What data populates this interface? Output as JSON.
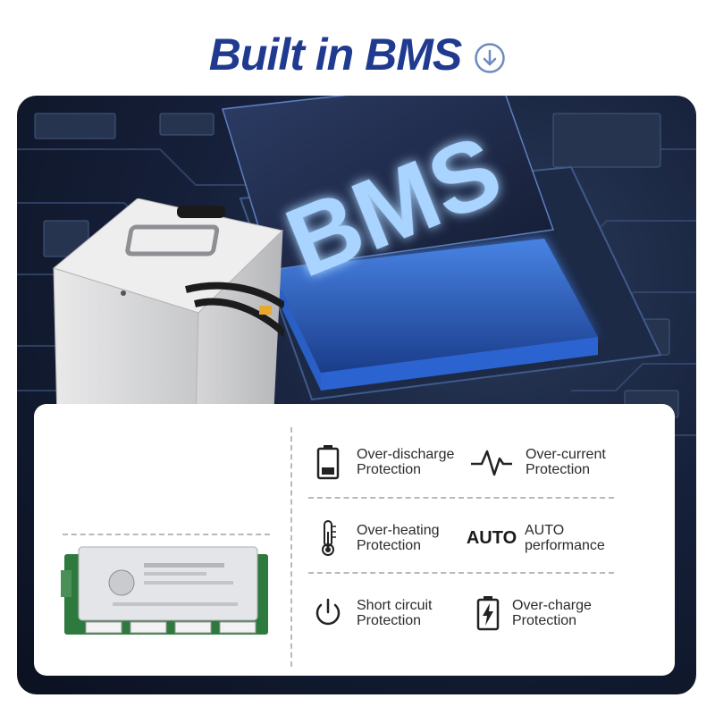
{
  "headline": {
    "title": "Built in BMS",
    "icon": "circle-arrow-down-icon",
    "color": "#1f3a8f"
  },
  "hero": {
    "chip_text": "BMS",
    "accent_color": "#4f9cff"
  },
  "features": [
    {
      "id": "over-discharge",
      "line1": "Over-discharge",
      "line2": "Protection",
      "icon": "battery-low-icon"
    },
    {
      "id": "over-current",
      "line1": "Over-current",
      "line2": "Protection",
      "icon": "pulse-wave-icon"
    },
    {
      "id": "over-heating",
      "line1": "Over-heating",
      "line2": "Protection",
      "icon": "thermometer-icon"
    },
    {
      "id": "auto-performance",
      "line1": "AUTO",
      "line2": "performance",
      "icon_text": "AUTO"
    },
    {
      "id": "short-circuit",
      "line1": "Short circuit",
      "line2": "Protection",
      "icon": "power-icon"
    },
    {
      "id": "over-charge",
      "line1": "Over-charge",
      "line2": "Protection",
      "icon": "battery-charge-icon"
    }
  ]
}
